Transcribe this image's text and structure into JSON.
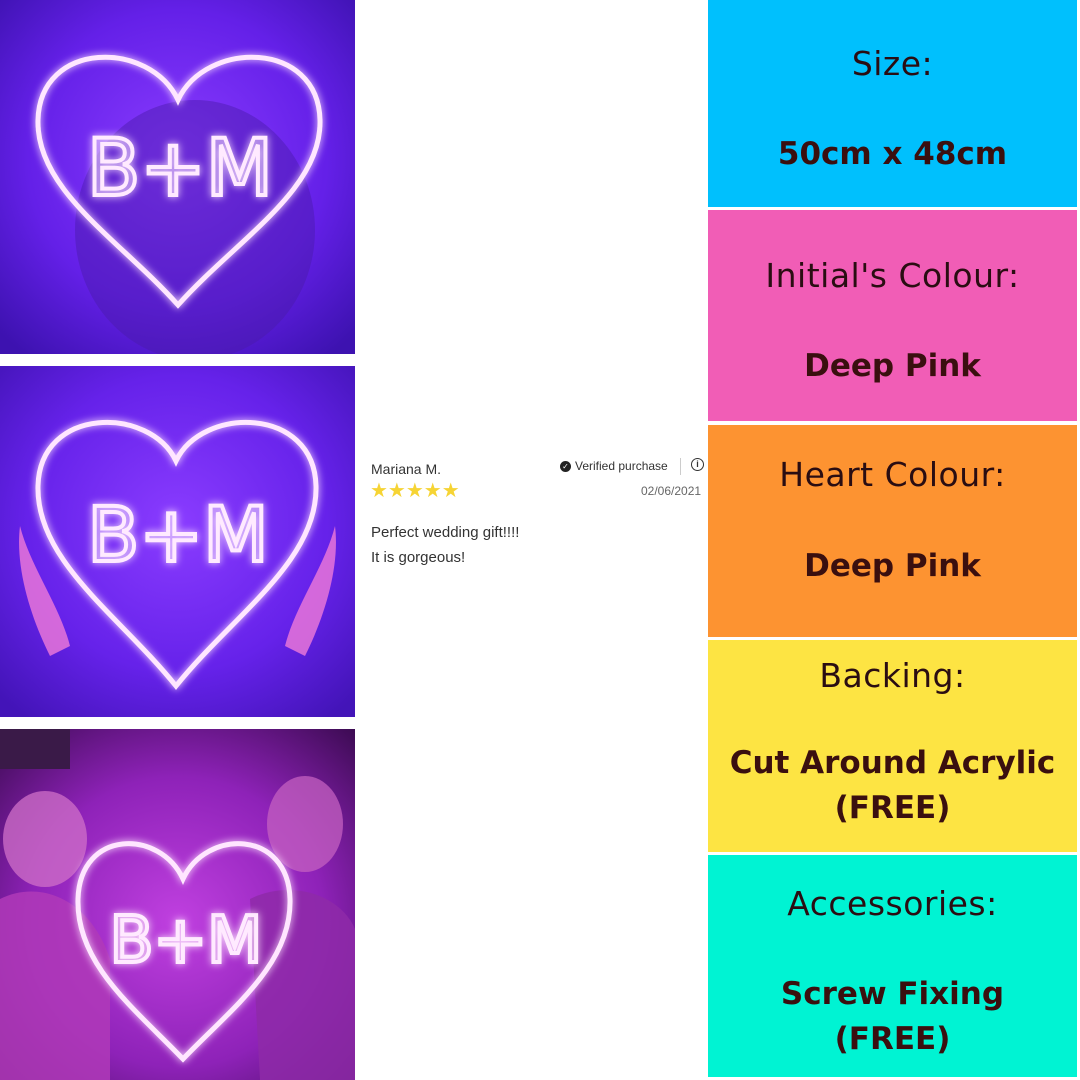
{
  "photos": [
    {
      "sign_text": "B+M"
    },
    {
      "sign_text": "B+M"
    },
    {
      "sign_text": "B+M"
    }
  ],
  "review": {
    "name": "Mariana M.",
    "verified": "Verified purchase",
    "date": "02/06/2021",
    "rating": 5,
    "stars": "★★★★★",
    "text_line1": "Perfect wedding gift!!!!",
    "text_line2": "It is gorgeous!"
  },
  "options": [
    {
      "label": "Size:",
      "value_line1": "50cm x 48cm",
      "value_line2": "",
      "color": "#00c0fd"
    },
    {
      "label": "Initial's Colour:",
      "value_line1": "Deep Pink",
      "value_line2": "",
      "color": "#f15db6"
    },
    {
      "label": "Heart Colour:",
      "value_line1": "Deep Pink",
      "value_line2": "",
      "color": "#fd9331"
    },
    {
      "label": "Backing:",
      "value_line1": "Cut Around Acrylic",
      "value_line2": "(FREE)",
      "color": "#fde443"
    },
    {
      "label": "Accessories:",
      "value_line1": "Screw Fixing",
      "value_line2": "(FREE)",
      "color": "#00f3d3"
    }
  ]
}
